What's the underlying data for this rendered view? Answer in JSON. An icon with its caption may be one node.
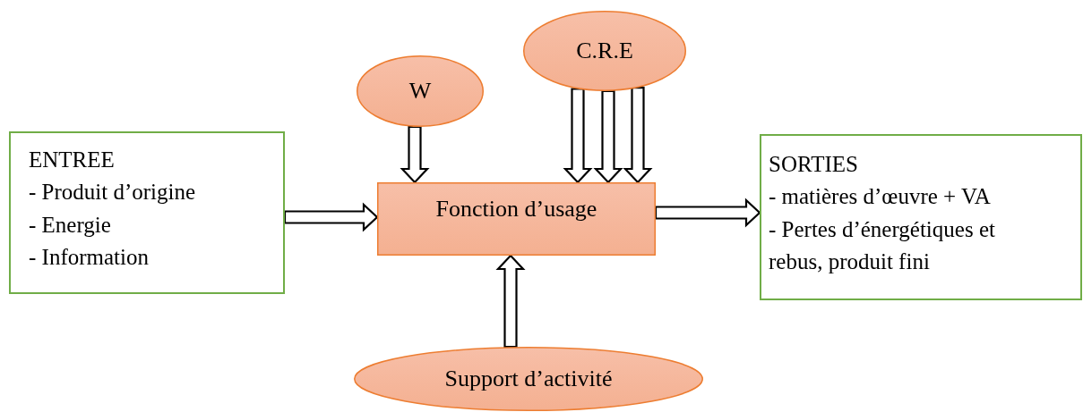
{
  "diagram": {
    "nodes": [
      {
        "text": [
          "ENTREE",
          "- Produit d’origine",
          "- Energie",
          "- Information"
        ]
      },
      {
        "text": [
          "W"
        ]
      },
      {
        "text": [
          "C.R.E"
        ]
      },
      {
        "text": [
          "Fonction d’usage"
        ]
      },
      {
        "text": [
          "SORTIES",
          "- matières d’œuvre + VA",
          "- Pertes d’énergétiques et rebus, produit fini"
        ]
      },
      {
        "text": [
          "Support d’activité"
        ]
      }
    ],
    "edges": [
      {
        "from": 0,
        "to": 3,
        "arrow": "to"
      },
      {
        "from": 1,
        "to": 3,
        "arrow": "to"
      },
      {
        "from": 2,
        "to": 3,
        "arrow": "to"
      },
      {
        "from": 2,
        "to": 3,
        "arrow": "to"
      },
      {
        "from": 2,
        "to": 3,
        "arrow": "to"
      },
      {
        "from": 3,
        "to": 4,
        "arrow": "to"
      },
      {
        "from": 5,
        "to": 3,
        "arrow": "to"
      }
    ]
  }
}
